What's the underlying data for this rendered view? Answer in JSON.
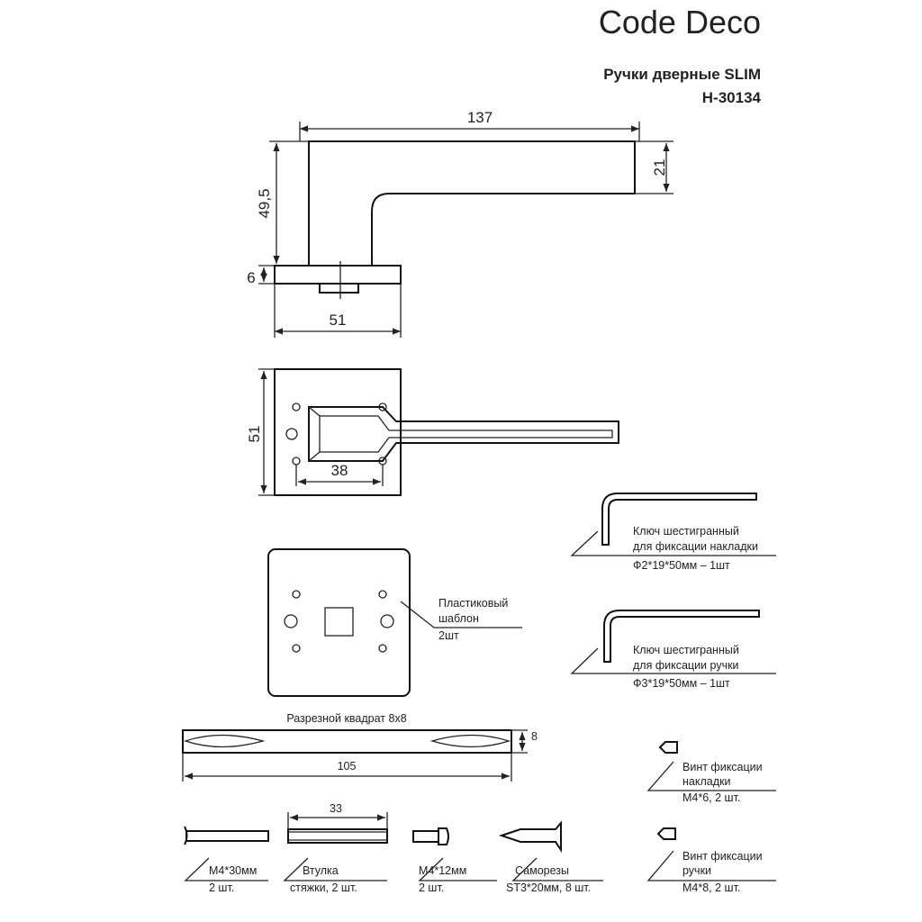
{
  "brand": "Code Deco",
  "title": {
    "line1": "Ручки дверные SLIM",
    "line2": "H-30134"
  },
  "side_view": {
    "length": "137",
    "height": "49,5",
    "lever_height": "21",
    "rosette_thickness": "6",
    "rosette_width": "51"
  },
  "front_view": {
    "rosette_height": "51",
    "hole_spacing": "38"
  },
  "template": {
    "line1": "Пластиковый",
    "line2": "шаблон",
    "line3": "2шт"
  },
  "hex_key_1": {
    "line1": "Ключ шестигранный",
    "line2": "для фиксации накладки",
    "line3": "Ф2*19*50мм – 1шт"
  },
  "hex_key_2": {
    "line1": "Ключ шестигранный",
    "line2": "для фиксации ручки",
    "line3": "Ф3*19*50мм – 1шт"
  },
  "spindle": {
    "label": "Разрезной квадрат 8x8",
    "size": "8",
    "length": "105"
  },
  "screw_rosette": {
    "line1": "Винт фиксации",
    "line2": "накладки",
    "line3": "M4*6, 2 шт."
  },
  "screw_handle": {
    "line1": "Винт фиксации",
    "line2": "ручки",
    "line3": "M4*8, 2 шт."
  },
  "parts": {
    "bolt": {
      "line1": "M4*30мм",
      "line2": "2 шт."
    },
    "bushing": {
      "dim": "33",
      "line1": "Втулка",
      "line2": "стяжки, 2 шт."
    },
    "short_screw": {
      "line1": "M4*12мм",
      "line2": "2 шт."
    },
    "wood_screws": {
      "line1": "Саморезы",
      "line2": "ST3*20мм, 8 шт."
    }
  }
}
